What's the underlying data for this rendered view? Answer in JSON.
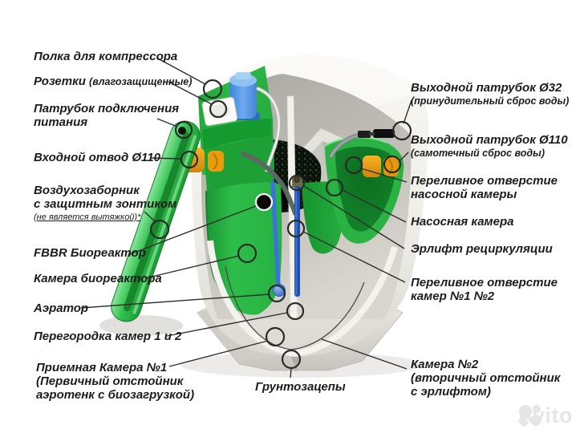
{
  "diagram_title": "Septic tank (aeration station) cutaway diagram with part callouts",
  "labels": {
    "left": {
      "shelf": "Полка для компрессора",
      "sockets": "Розетки",
      "sockets_note": "(влагозащищенные)",
      "power1": "Патрубок подключения",
      "power2": "питания",
      "inlet": "Входной отвод Ø110",
      "air1": "Воздухозаборник",
      "air2": "с защитным зонтиком",
      "air_note": "(не является вытяжкой)*",
      "fbbr": "FBBR Биореактор",
      "bio_chamber": "Камера биореактора",
      "aerator": "Аэратор",
      "partition": "Перегородка камер 1 и 2",
      "chamber1_1": "Приемная Камера №1",
      "chamber1_2": "(Первичный отстойник",
      "chamber1_3": "аэротенк с биозагрузкой)",
      "ground": "Грунтозацепы"
    },
    "right": {
      "outlet32": "Выходной патрубок Ø32",
      "outlet32_note": "(принудительный сброс воды)",
      "outlet110": "Выходной патрубок Ø110",
      "outlet110_note": "(самотечный сброс воды)",
      "pump_overflow1": "Переливное отверстие",
      "pump_overflow2": "насосной камеры",
      "pump_chamber": "Насосная камера",
      "airlift": "Эрлифт рециркуляции",
      "chamber_overflow1": "Переливное отверстие",
      "chamber_overflow2": "камер №1 №2",
      "chamber2_1": "Камера №2",
      "chamber2_2": "(вторичный отстойник",
      "chamber2_3": "с эрлифтом)"
    }
  },
  "watermark": {
    "text": "Avito"
  },
  "palette": {
    "green": "#2bb546",
    "dark_green": "#11862c",
    "orange": "#f0a212",
    "blue_compressor": "#4a90e2",
    "blue_pipe": "#2f62c8",
    "tank_white": "#f3f2ed",
    "callout_line": "#2a2a2a"
  }
}
